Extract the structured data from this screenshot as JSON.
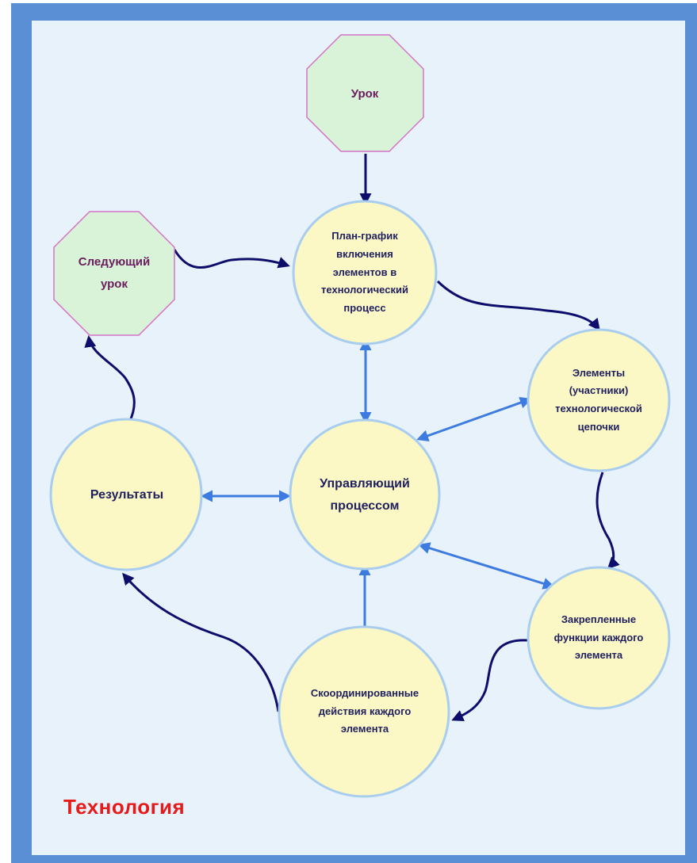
{
  "title": "Технология",
  "nodes": {
    "lesson": "Урок",
    "next_lesson": "Следующий\nурок",
    "schedule": "План-график\nвключения\nэлементов в\nтехнологический\nпроцесс",
    "elements": "Элементы\n(участники)\nтехнологической\nцепочки",
    "manager": "Управляющий\nпроцессом",
    "results": "Результаты",
    "functions": "Закрепленные\nфункции каждого\nэлемента",
    "actions": "Скоординированные\nдействия каждого\nэлемента"
  },
  "colors": {
    "frame": "#5a8fd6",
    "panel": "#e8f2fb",
    "circle_fill": "#fbf8c6",
    "circle_stroke": "#a9cdee",
    "octagon_fill": "#d8f3d8",
    "octagon_stroke": "#d472c8",
    "flow_arrow": "#0d0d6b",
    "link_arrow": "#3d7be0",
    "title": "#e51b1b"
  }
}
